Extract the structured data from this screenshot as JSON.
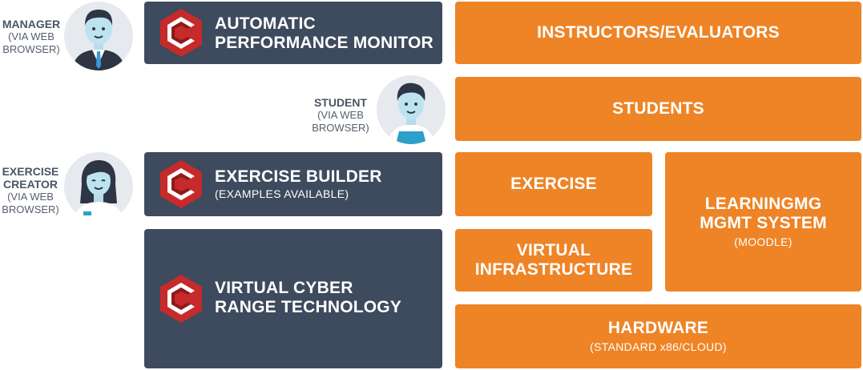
{
  "roles": {
    "manager": {
      "title": "MANAGER",
      "line1": "(VIA WEB",
      "line2": "BROWSER)"
    },
    "student": {
      "title": "STUDENT",
      "line1": "(VIA WEB",
      "line2": "BROWSER)"
    },
    "creator": {
      "title1": "EXERCISE",
      "title2": "CREATOR",
      "line1": "(VIA WEB",
      "line2": "BROWSER)"
    }
  },
  "dark_boxes": {
    "monitor": {
      "line1": "AUTOMATIC",
      "line2": "PERFORMANCE MONITOR"
    },
    "builder": {
      "line1": "EXERCISE BUILDER",
      "sub": "(EXAMPLES AVAILABLE)"
    },
    "range": {
      "line1": "VIRTUAL CYBER",
      "line2": "RANGE TECHNOLOGY"
    }
  },
  "orange_boxes": {
    "instructors": {
      "title": "INSTRUCTORS/EVALUATORS"
    },
    "students": {
      "title": "STUDENTS"
    },
    "exercise": {
      "title": "EXERCISE"
    },
    "lms": {
      "line1": "LEARNINGMG",
      "line2": "MGMT SYSTEM",
      "sub": "(MOODLE)"
    },
    "infra": {
      "line1": "VIRTUAL",
      "line2": "INFRASTRUCTURE"
    },
    "hardware": {
      "title": "HARDWARE",
      "sub": "(STANDARD x86/CLOUD)"
    }
  },
  "colors": {
    "dark": "#3e4a5e",
    "orange": "#ee8426",
    "logo_red": "#c62a2a"
  },
  "icons": [
    "manager-avatar-icon",
    "student-avatar-icon",
    "creator-avatar-icon",
    "cyber-logo-icon"
  ]
}
